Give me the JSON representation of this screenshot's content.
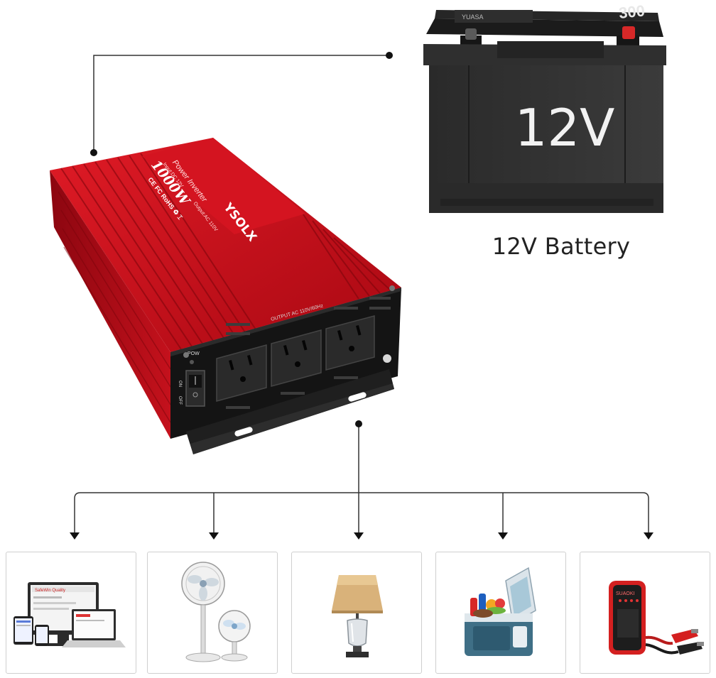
{
  "battery": {
    "voltage_text": "12V",
    "caption": "12V Battery",
    "top_brand": "YUASA",
    "top_rating": "300"
  },
  "inverter": {
    "power_text": "1000W",
    "title_text": "Power Inverter",
    "brand_text": "YSOLX",
    "input_text": "Input:DC 12V",
    "output_spec_text": "Output:AC 110V",
    "cert_text": "CE FC RoHS ♻ ⌶",
    "output_panel_text": "OUTPUT AC 110V/60Hz",
    "pow_label": "POW",
    "on_label": "ON",
    "off_label": "OFF",
    "body_color": "#c8101c",
    "panel_color": "#141414"
  },
  "devices": [
    {
      "id": "computers",
      "icon": "laptop-icon"
    },
    {
      "id": "fans",
      "icon": "fan-icon"
    },
    {
      "id": "lamp",
      "icon": "lamp-icon"
    },
    {
      "id": "cooler",
      "icon": "cooler-icon"
    },
    {
      "id": "jump-starter",
      "icon": "jump-starter-icon"
    }
  ],
  "device_screens": {
    "laptop_brand": "SafeWin Quality"
  },
  "jump_starter_brand": "SUAOKI"
}
